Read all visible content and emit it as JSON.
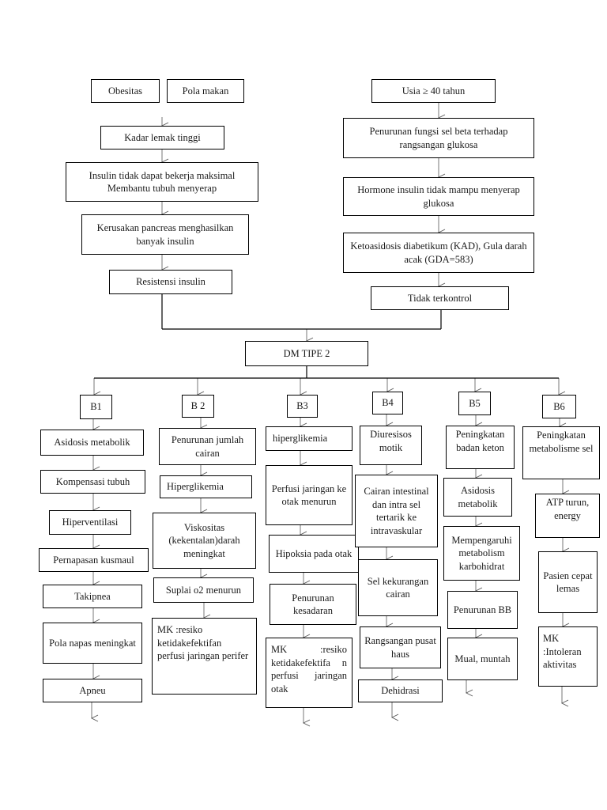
{
  "diagram": {
    "top_left": {
      "obesitas": "Obesitas",
      "pola_makan": "Pola makan",
      "kadar_lemak": "Kadar lemak tinggi",
      "insulin_tidak": "Insulin tidak dapat bekerja maksimal Membantu tubuh menyerap",
      "kerusakan": "Kerusakan pancreas menghasilkan banyak insulin",
      "resistensi": "Resistensi insulin"
    },
    "top_right": {
      "usia": "Usia ≥ 40 tahun",
      "penurunan_fungsi": "Penurunan fungsi sel beta terhadap rangsangan glukosa",
      "hormone": "Hormone insulin tidak mampu menyerap glukosa",
      "ketoasidosis": "Ketoasidosis diabetikum (KAD), Gula darah acak (GDA=583)",
      "tidak_terkontrol": "Tidak terkontrol"
    },
    "center": "DM TIPE 2",
    "b1": {
      "head": "B1",
      "items": [
        "Asidosis metabolik",
        "Kompensasi tubuh",
        "Hiperventilasi",
        "Pernapasan kusmaul",
        "Takipnea",
        "Pola napas meningkat",
        "Apneu"
      ]
    },
    "b2": {
      "head": "B 2",
      "items": [
        "Penurunan jumlah cairan",
        "Hiperglikemia",
        "Viskositas (kekentalan)darah meningkat",
        "Suplai o2 menurun",
        "MK :resiko ketidakefektifan perfusi jaringan perifer"
      ]
    },
    "b3": {
      "head": "B3",
      "items": [
        "hiperglikemia",
        "Perfusi jaringan ke otak menurun",
        "Hipoksia pada otak",
        "Penurunan kesadaran",
        "MK :resiko ketidakefektifa n perfusi jaringan otak"
      ]
    },
    "b4": {
      "head": "B4",
      "items": [
        "Diuresisos motik",
        "Cairan intestinal dan intra sel tertarik ke intravaskular",
        "Sel kekurangan cairan",
        "Rangsangan pusat haus",
        "Dehidrasi"
      ]
    },
    "b5": {
      "head": "B5",
      "items": [
        "Peningkatan badan keton",
        "Asidosis metabolik",
        "Mempengaruhi metabolism karbohidrat",
        "Penurunan BB",
        "Mual, muntah"
      ]
    },
    "b6": {
      "head": "B6",
      "items": [
        "Peningkatan metabolisme sel",
        "ATP turun, energy",
        "Pasien cepat lemas",
        "MK :Intoleran aktivitas"
      ]
    }
  }
}
